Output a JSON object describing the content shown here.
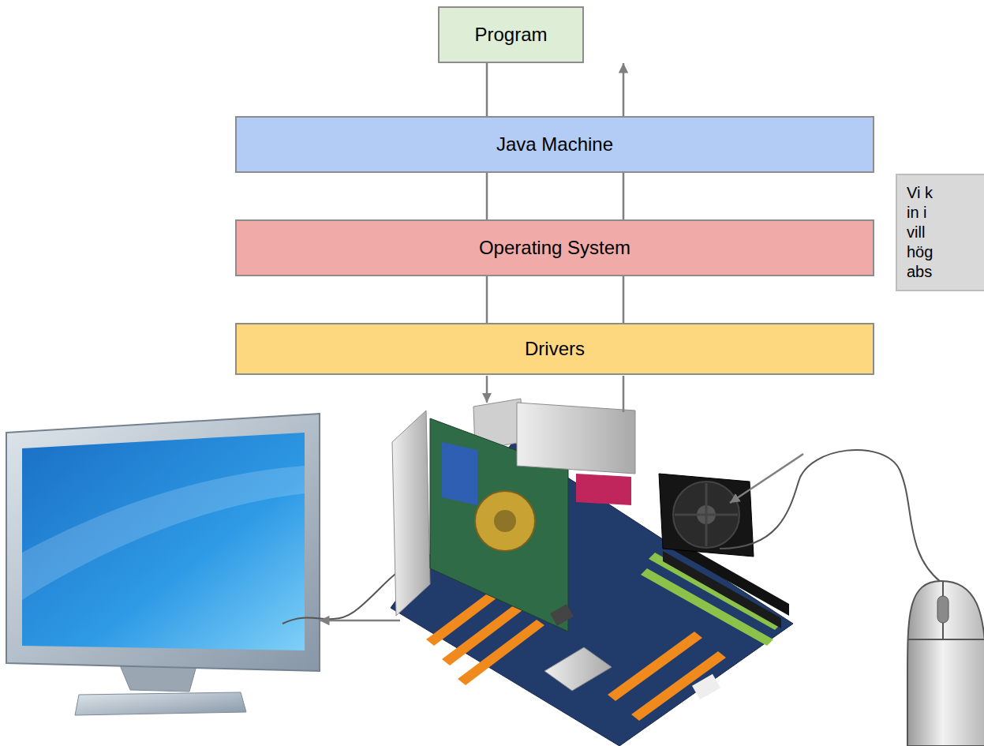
{
  "diagram": {
    "nodes": [
      {
        "text": [
          "Program"
        ]
      },
      {
        "text": [
          "Java Machine"
        ]
      },
      {
        "text": [
          "Operating System"
        ]
      },
      {
        "text": [
          "Drivers"
        ]
      },
      {
        "text": [
          "Vi k in i vill hög abs"
        ]
      }
    ],
    "edges": [
      {
        "from": 0,
        "to": 1,
        "arrow": "none"
      },
      {
        "from": 1,
        "to": 0,
        "arrow": "to"
      },
      {
        "from": 1,
        "to": 2,
        "arrow": "none"
      },
      {
        "from": 2,
        "to": 1,
        "arrow": "none"
      },
      {
        "from": 2,
        "to": 3,
        "arrow": "none"
      },
      {
        "from": 3,
        "to": 2,
        "arrow": "none"
      }
    ]
  }
}
